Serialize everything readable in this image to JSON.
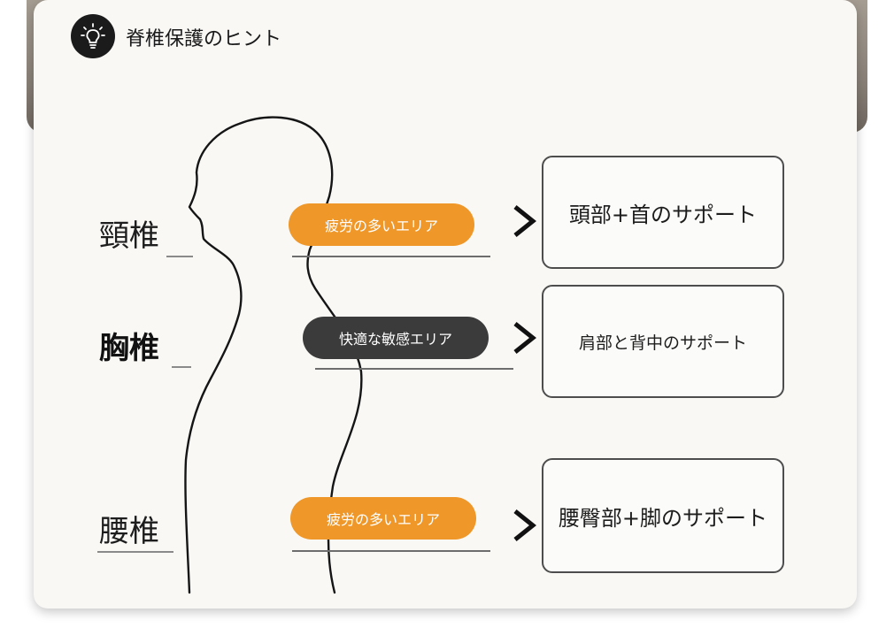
{
  "header": {
    "title": "脊椎保護のヒント",
    "icon": "lightbulb-icon"
  },
  "diagram": {
    "sections": [
      {
        "id": "cervical",
        "label": "頸椎",
        "label_bold": false,
        "tag": "疲労の多いエリア",
        "tag_color": "#ef9728",
        "support": "頭部+首のサポート"
      },
      {
        "id": "thoracic",
        "label": "胸椎",
        "label_bold": true,
        "tag": "快適な敏感エリア",
        "tag_color": "#3b3b3b",
        "support": "肩部と背中のサポート"
      },
      {
        "id": "lumbar",
        "label": "腰椎",
        "label_bold": false,
        "tag": "疲労の多いエリア",
        "tag_color": "#ef9728",
        "support": "腰臀部+脚のサポート"
      }
    ]
  },
  "colors": {
    "accent_orange": "#ef9728",
    "accent_dark": "#3b3b3b",
    "card_bg": "#f9f8f5"
  }
}
